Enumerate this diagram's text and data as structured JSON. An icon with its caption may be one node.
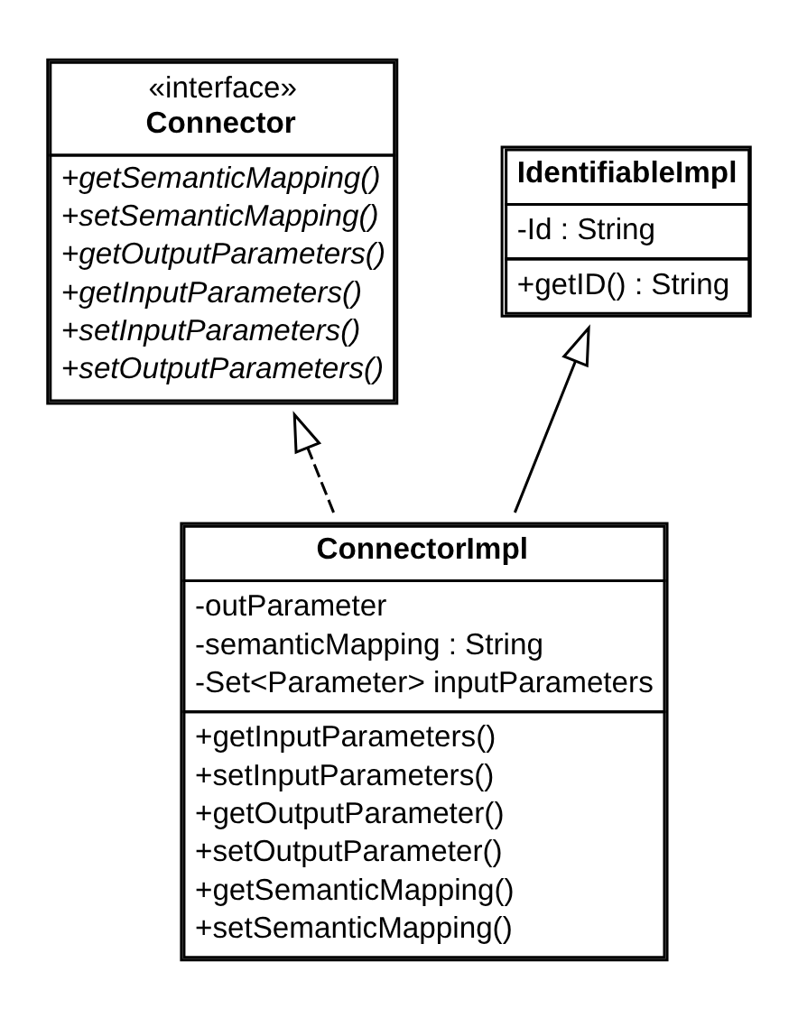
{
  "diagram": {
    "nodes": [
      {
        "text": [
          "«interface»",
          "Connector",
          "+getSemanticMapping()",
          "+setSemanticMapping()",
          "+getOutputParameters()",
          "+getInputParameters()",
          "+setInputParameters()",
          "+setOutputParameters()"
        ]
      },
      {
        "text": [
          "IdentifiableImpl",
          "-Id : String",
          "+getID() : String"
        ]
      },
      {
        "text": [
          "ConnectorImpl",
          "-outParameter",
          "-semanticMapping : String",
          "-Set<Parameter> inputParameters",
          "+getInputParameters()",
          "+setInputParameters()",
          "+getOutputParameter()",
          "+setOutputParameter()",
          "+getSemanticMapping()",
          "+setSemanticMapping()"
        ]
      }
    ],
    "edges": [
      {
        "from": 2,
        "to": 0,
        "arrow": "to",
        "style": "dashed"
      },
      {
        "from": 2,
        "to": 1,
        "arrow": "to"
      }
    ]
  }
}
